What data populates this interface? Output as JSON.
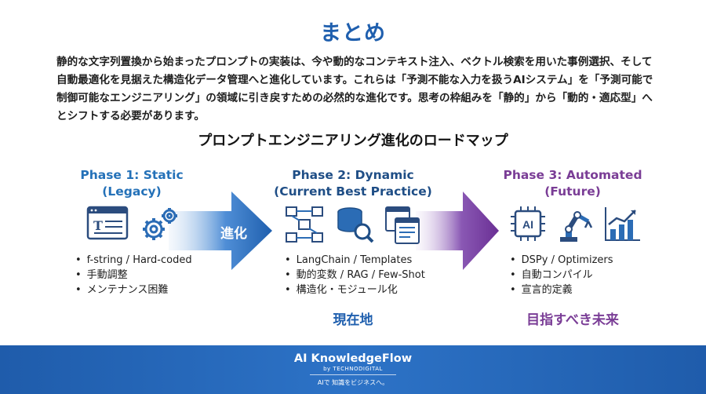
{
  "title": "まとめ",
  "summary": "静的な文字列置換から始まったプロンプトの実装は、今や動的なコンテキスト注入、ベクトル検索を用いた事例選択、そして自動最適化を見据えた構造化データ管理へと進化しています。これらは「予測不能な入力を扱うAIシステム」を「予測可能で制御可能なエンジニアリング」の領域に引き戻すための必然的な進化です。思考の枠組みを「静的」から「動的・適応型」へとシフトする必要があります。",
  "roadmap_title": "プロンプトエンジニアリング進化のロードマップ",
  "arrow_label": "進化",
  "phases": [
    {
      "title": "Phase 1: Static",
      "subtitle": "(Legacy)",
      "features": [
        "f-string / Hard-coded",
        "手動調整",
        "メンテナンス困難"
      ],
      "tag": ""
    },
    {
      "title": "Phase 2: Dynamic",
      "subtitle": "(Current Best Practice)",
      "features": [
        "LangChain / Templates",
        "動的変数 / RAG / Few-Shot",
        "構造化・モジュール化"
      ],
      "tag": "現在地"
    },
    {
      "title": "Phase 3: Automated",
      "subtitle": "(Future)",
      "features": [
        "DSPy / Optimizers",
        "自動コンパイル",
        "宣言的定義"
      ],
      "tag": "目指すべき未来"
    }
  ],
  "icons": {
    "phase1": [
      "text-editor-icon",
      "gears-icon"
    ],
    "phase2": [
      "workflow-icon",
      "database-search-icon",
      "templates-icon"
    ],
    "phase3": [
      "ai-chip-icon",
      "robot-arm-icon",
      "growth-chart-icon"
    ],
    "ai_chip_text": "AI",
    "text_editor_glyph": "T"
  },
  "footer": {
    "brand": "AI KnowledgeFlow",
    "by": "by TECHNODIGITAL",
    "slogan": "AIで 知識をビジネスへ。"
  },
  "colors": {
    "title": "#1f5fae",
    "phase1": "#2471b8",
    "phase2": "#1f4e86",
    "phase3": "#7a3d96",
    "footer": "#2d73c7"
  }
}
